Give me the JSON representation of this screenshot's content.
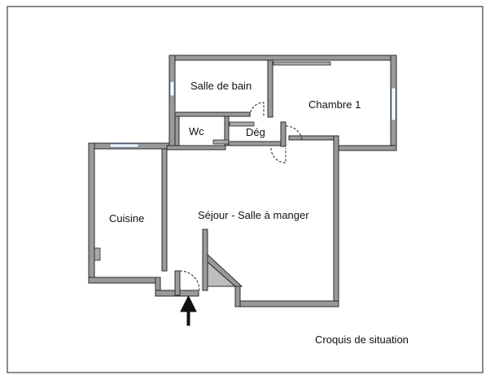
{
  "rooms": {
    "salle_de_bain": "Salle de bain",
    "chambre": "Chambre 1",
    "wc": "Wc",
    "degagement": "Dég",
    "cuisine": "Cuisine",
    "sejour": "Séjour - Salle à manger"
  },
  "caption": "Croquis de situation",
  "colors": {
    "wall_fill": "#9a9a9a",
    "wall_stroke": "#2b2b2b",
    "window": "#6a8fb8",
    "background": "#ffffff"
  },
  "icons": {
    "entrance": "entrance-arrow-icon"
  }
}
